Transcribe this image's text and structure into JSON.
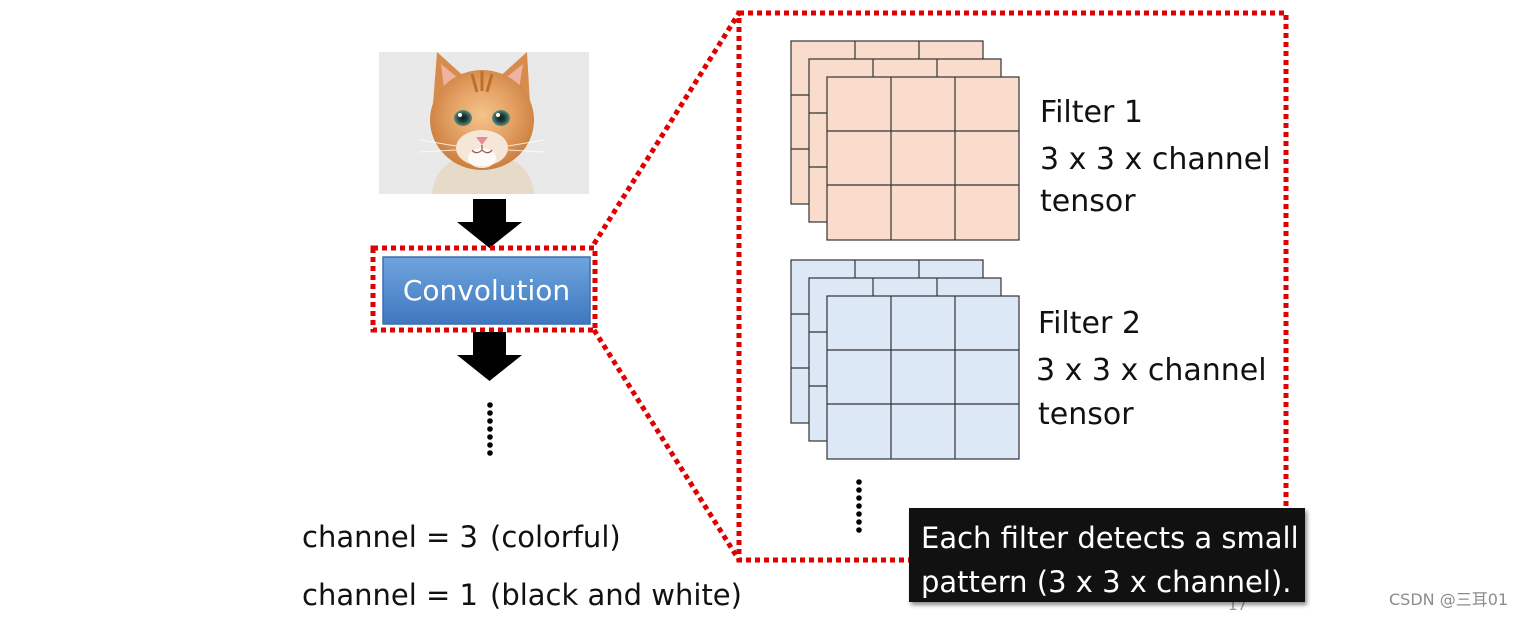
{
  "convolution_label": "Convolution",
  "filters": [
    {
      "name": "Filter 1",
      "shape": "3 x 3 x channel",
      "kind": "tensor",
      "fill_color": "#f9dccc"
    },
    {
      "name": "Filter 2",
      "shape": "3 x 3 x channel",
      "kind": "tensor",
      "fill_color": "#dce8f6"
    }
  ],
  "channel_notes": [
    {
      "equation": "channel = 3",
      "description": "(colorful)"
    },
    {
      "equation": "channel = 1",
      "description": "(black and white)"
    }
  ],
  "callout_lines": [
    "Each filter detects a small",
    "pattern (3 x 3 x channel)."
  ],
  "footer": {
    "slide_number": "17",
    "watermark": "CSDN @三耳01"
  },
  "colors": {
    "dashed_outline": "#e00000",
    "convolution_box": "#5b92d2",
    "callout_background": "#111111"
  },
  "icons": {
    "input_image": "cat-photo",
    "flow_arrows": "down-arrow-icon",
    "continuation": "vertical-ellipsis-icon"
  }
}
